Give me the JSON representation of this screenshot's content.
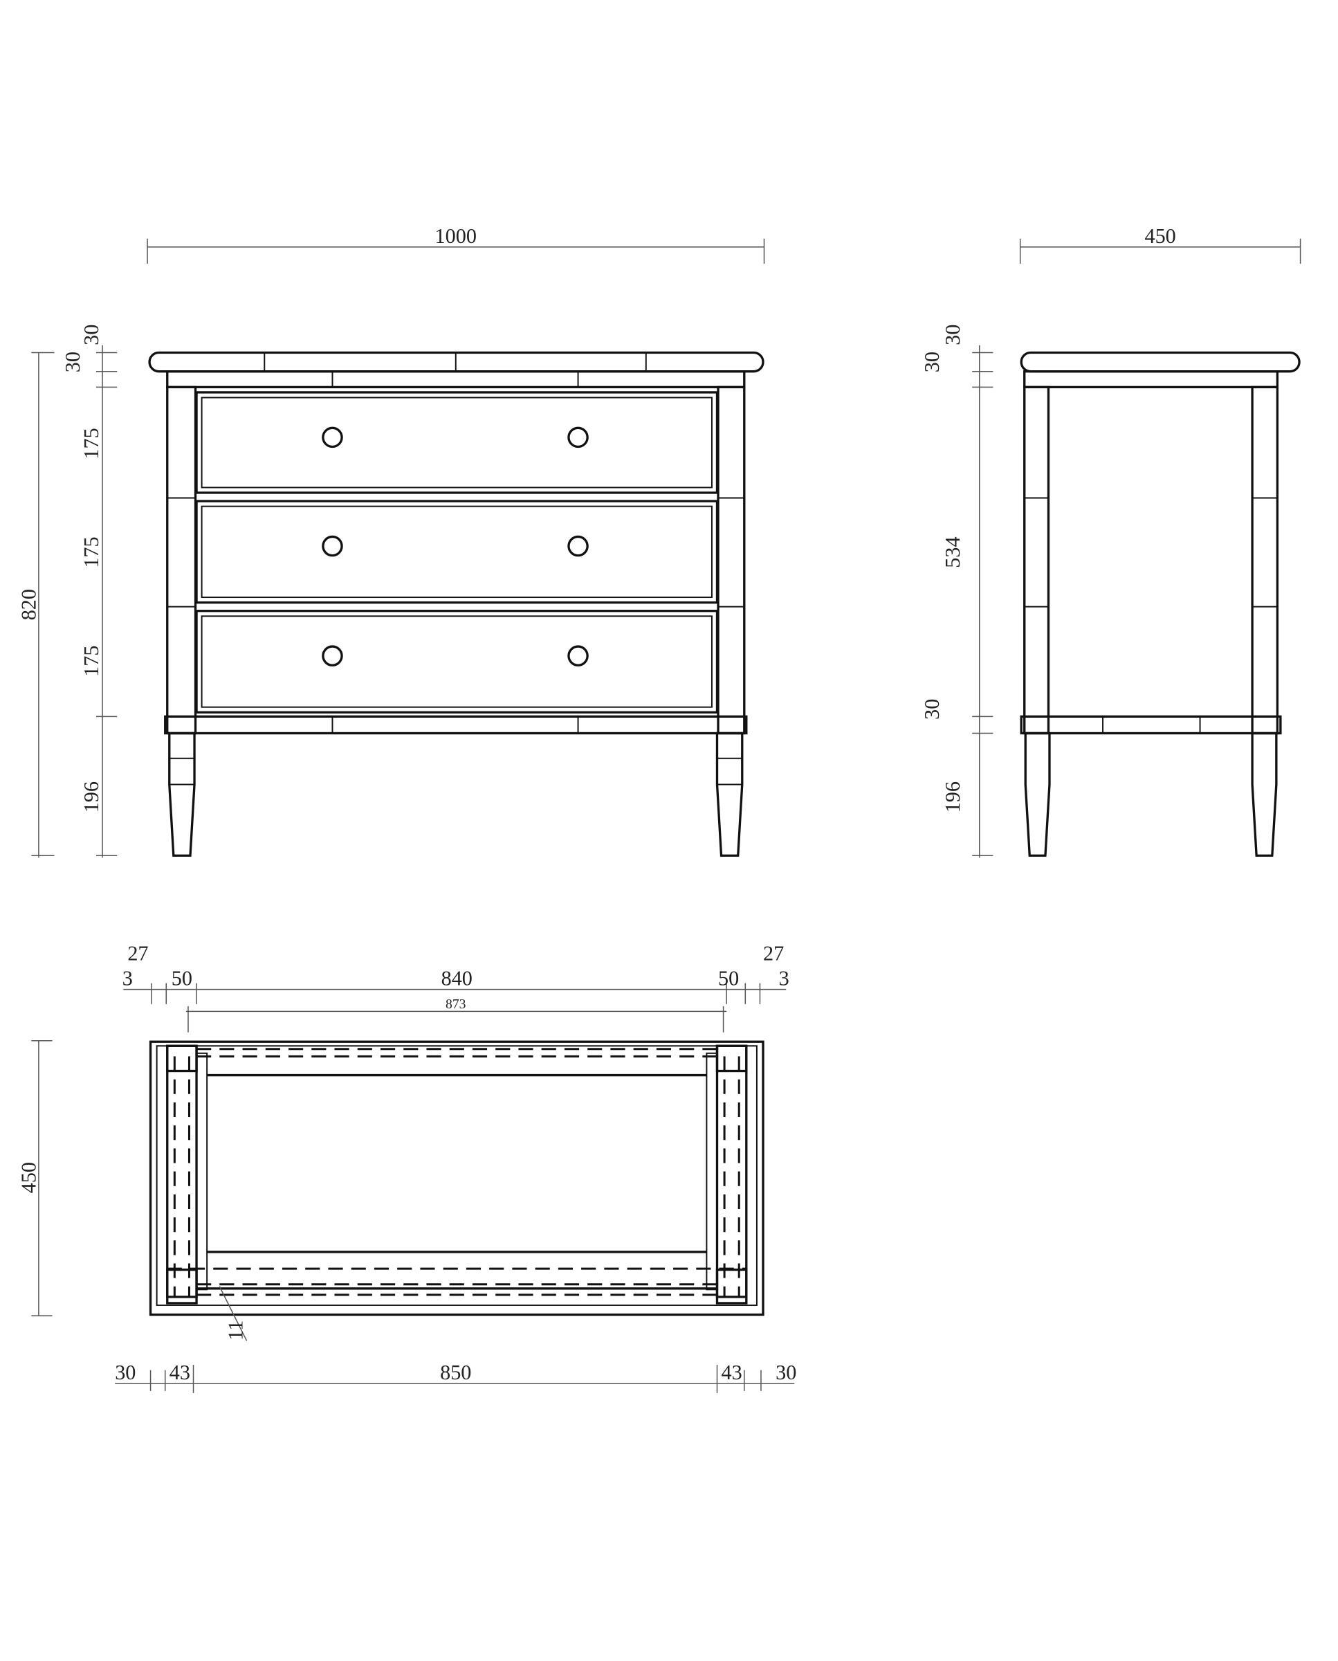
{
  "front_view": {
    "width": "1000",
    "height_total": "820",
    "top": "30",
    "rail": "30",
    "drawer_1": "175",
    "drawer_2": "175",
    "drawer_3": "175",
    "legs": "196"
  },
  "side_view": {
    "depth": "450",
    "top": "30",
    "rail": "30",
    "body": "534",
    "bottom_rail": "30",
    "legs": "196"
  },
  "plan_view": {
    "left_overhang_a": "3",
    "left_overhang_b": "27",
    "left_post": "50",
    "inner": "840",
    "right_post": "50",
    "right_overhang_b": "27",
    "right_overhang_a": "3",
    "drawer_width": "873",
    "depth": "450",
    "gap": "11",
    "bottom_left_edge": "30",
    "bottom_left_post": "43",
    "bottom_inner": "850",
    "bottom_right_post": "43",
    "bottom_right_edge": "30"
  }
}
